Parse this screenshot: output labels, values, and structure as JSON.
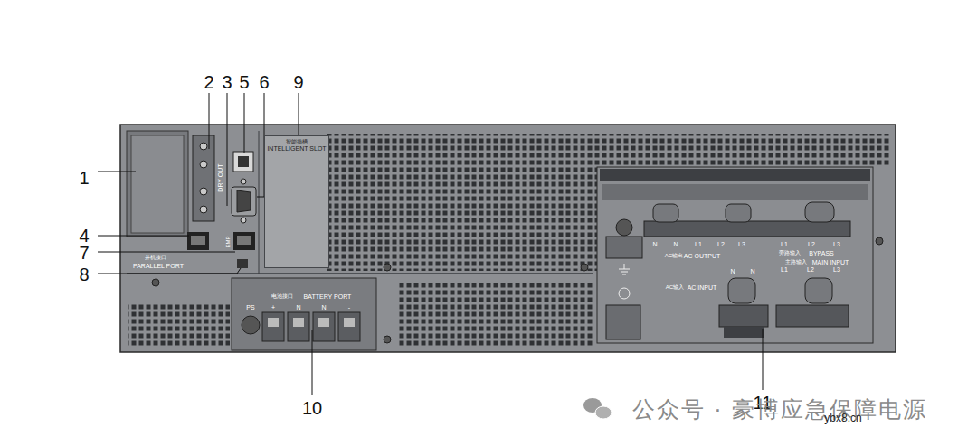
{
  "diagram": {
    "nodes": [
      {
        "text": [
          "智能插槽",
          "INTELLIGENT SLOT"
        ]
      }
    ],
    "labels": [
      "1",
      "2",
      "3",
      "5",
      "6",
      "9",
      "4",
      "7",
      "8",
      "10",
      "11",
      "DRY OUT",
      "EMP",
      "并机接口",
      "PARALLEL PORT",
      "电池接口",
      "BATTERY PORT",
      "PS",
      "+",
      "N",
      "N",
      "-",
      "N",
      "N",
      "L1",
      "L2",
      "L3",
      "L1",
      "L2",
      "L3",
      "AC输出",
      "AC OUTPUT",
      "旁路输入",
      "BYPASS",
      "主路输入",
      "MAIN INPUT",
      "AC输入",
      "AC INPUT",
      "N",
      "N",
      "L1",
      "L2",
      "L3",
      "公众号 · 豪博应急保障电源",
      "ybx8.cn"
    ]
  }
}
